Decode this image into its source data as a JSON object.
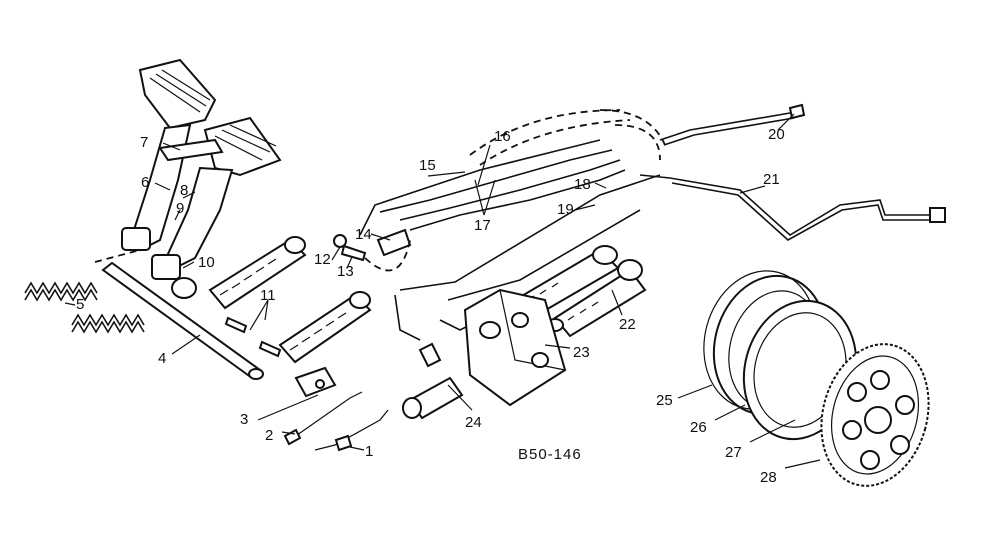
{
  "figure": {
    "reference": "B50-146",
    "callouts": [
      {
        "id": "c1",
        "text": "1"
      },
      {
        "id": "c2",
        "text": "2"
      },
      {
        "id": "c3",
        "text": "3"
      },
      {
        "id": "c4",
        "text": "4"
      },
      {
        "id": "c5",
        "text": "5"
      },
      {
        "id": "c6",
        "text": "6"
      },
      {
        "id": "c7",
        "text": "7"
      },
      {
        "id": "c8",
        "text": "8"
      },
      {
        "id": "c9",
        "text": "9"
      },
      {
        "id": "c10",
        "text": "10"
      },
      {
        "id": "c11",
        "text": "11"
      },
      {
        "id": "c12",
        "text": "12"
      },
      {
        "id": "c13",
        "text": "13"
      },
      {
        "id": "c14",
        "text": "14"
      },
      {
        "id": "c15",
        "text": "15"
      },
      {
        "id": "c16",
        "text": "16"
      },
      {
        "id": "c17",
        "text": "17"
      },
      {
        "id": "c18",
        "text": "18"
      },
      {
        "id": "c19",
        "text": "19"
      },
      {
        "id": "c20",
        "text": "20"
      },
      {
        "id": "c21",
        "text": "21"
      },
      {
        "id": "c22",
        "text": "22"
      },
      {
        "id": "c23",
        "text": "23"
      },
      {
        "id": "c24",
        "text": "24"
      },
      {
        "id": "c25",
        "text": "25"
      },
      {
        "id": "c26",
        "text": "26"
      },
      {
        "id": "c27",
        "text": "27"
      },
      {
        "id": "c28",
        "text": "28"
      }
    ]
  }
}
